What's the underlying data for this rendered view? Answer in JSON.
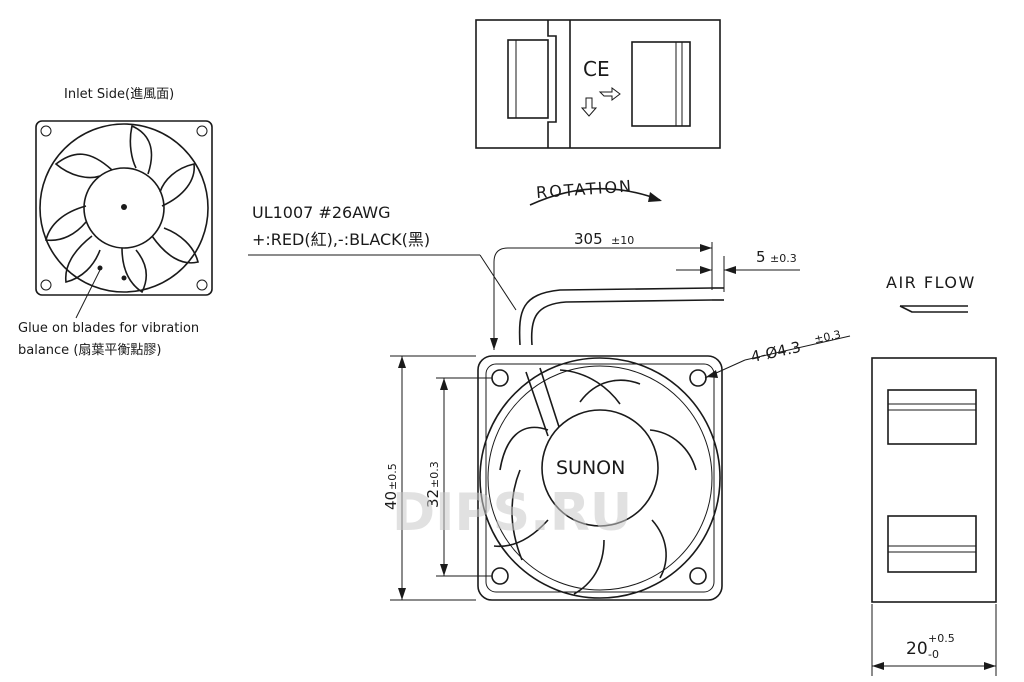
{
  "inlet_side_label": "Inlet Side(進風面)",
  "glue_note_line1": "Glue on blades for vibration",
  "glue_note_line2": "balance (扇葉平衡點膠)",
  "wire_spec_line1": "UL1007  #26AWG",
  "wire_spec_line2": "+:RED(紅),-:BLACK(黑)",
  "rotation_label": "ROTATION",
  "cable_length": "305",
  "cable_length_tol": "±10",
  "strip_length": "5",
  "strip_length_tol": "±0.3",
  "hole_spec": "4-Ø4.3",
  "hole_tol": "±0.3",
  "outer_size": "40",
  "outer_size_tol": "±0.5",
  "hole_pitch": "32",
  "hole_pitch_tol": "±0.3",
  "brand": "SUNON",
  "airflow_label": "AIR FLOW",
  "thickness": "20",
  "thickness_tol_plus": "+0.5",
  "thickness_tol_minus": "-0",
  "ce_mark": "CE",
  "watermark": "DIPS.RU"
}
